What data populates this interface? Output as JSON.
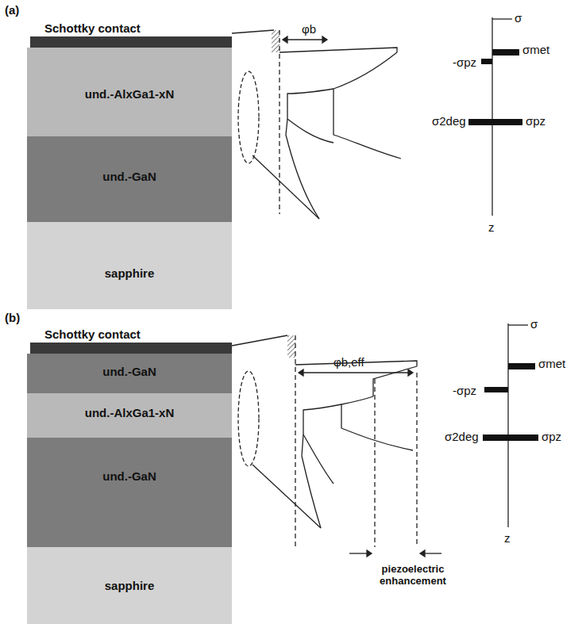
{
  "diagram": {
    "nodes": [
      {
        "text": [
          "Schottky contact"
        ]
      },
      {
        "text": [
          "und.-AlxGa1-xN"
        ]
      },
      {
        "text": [
          "und.-GaN"
        ]
      },
      {
        "text": [
          "sapphire"
        ]
      },
      {
        "text": [
          "Schottky contact"
        ]
      },
      {
        "text": [
          "und.-GaN"
        ]
      },
      {
        "text": [
          "und.-AlxGa1-xN"
        ]
      },
      {
        "text": [
          "und.-GaN"
        ]
      },
      {
        "text": [
          "sapphire"
        ]
      }
    ],
    "labels": [
      "(a)",
      "φb",
      "σ",
      "σmet",
      "-σpz",
      "σ2deg",
      "σpz",
      "z",
      "(b)",
      "φb,eff",
      "σ",
      "σmet",
      "-σpz",
      "σ2deg",
      "σpz",
      "z",
      "piezoelectric enhancement"
    ]
  }
}
